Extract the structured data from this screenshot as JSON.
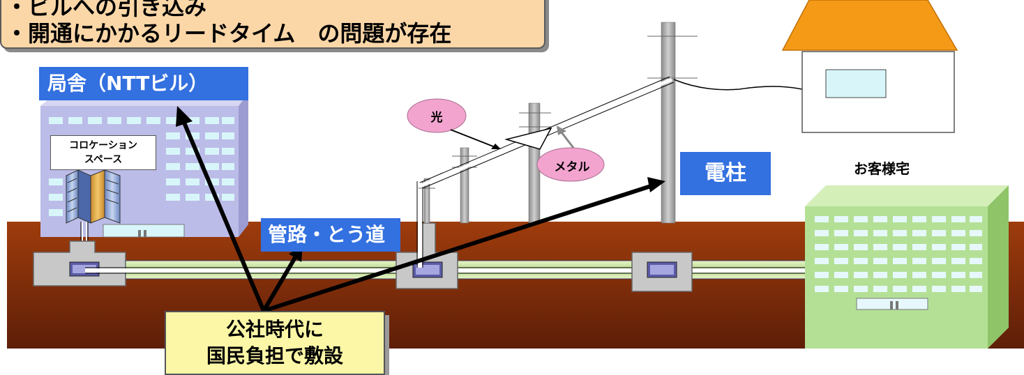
{
  "callout": {
    "line1": "・ビルへの引き込み",
    "line2": "・開通にかかるリードタイム　の問題が存在"
  },
  "top_fragment": "",
  "labels": {
    "kyokusha": "局舎（NTTビル）",
    "colocation_line1": "コロケーション",
    "colocation_line2": "スペース",
    "kanro": "管路・とう道",
    "hikari": "光",
    "metal": "メタル",
    "denchu": "電柱",
    "customer": "お客様宅"
  },
  "note": {
    "line1": "公社時代に",
    "line2": "国民負担で敷設"
  },
  "colors": {
    "callout_fill": "#fbd7a8",
    "label_blue": "#3370e0",
    "ground": "#9a3b10",
    "ellipse_pink": "#f2a4cf",
    "house_roof": "#f59a17",
    "note_yellow": "#fcf7a6",
    "building_lavender": "#bcbce8",
    "building_green": "#b4e096",
    "pipe_green": "#c8e6a0"
  }
}
